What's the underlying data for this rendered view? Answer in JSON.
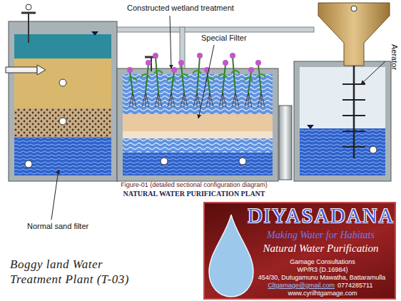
{
  "diagram": {
    "caption": "Boggy land Water Treatment Plant (T-03)",
    "nodes": [
      {
        "text": [
          "DIYASADANA",
          "Making Water for Habitats",
          "Natural Water Purification",
          "Gamage Consultations",
          "WP/R3 (D.16984)",
          "454/30, Dutugamunu Mawatha, Battaramulla",
          "Cltgamage@gmail.com",
          "0774285711",
          "www.cyrilhtgamage.com"
        ]
      }
    ],
    "labels": [
      "Constructed wetland treatment",
      "Special Filter",
      "Aerator",
      "Normal sand filter",
      "Figure-01 (detailed sectional configuration diagram)",
      "NATURAL WATER PURIFICATION PLANT"
    ]
  }
}
